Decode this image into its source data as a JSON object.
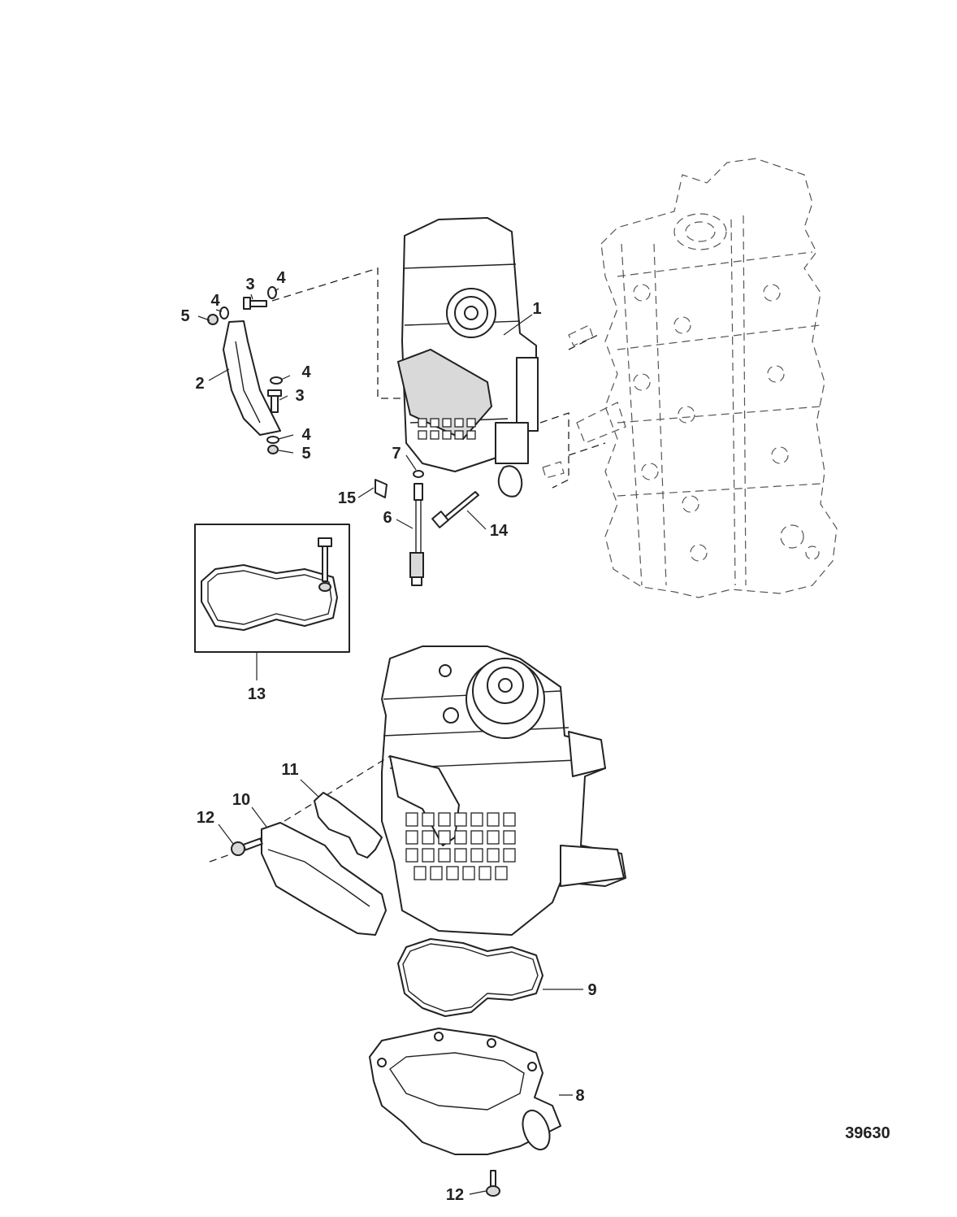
{
  "figure": {
    "figure_number": "39630"
  },
  "callouts": [
    {
      "id": "c1a",
      "label": "1"
    },
    {
      "id": "c2",
      "label": "2"
    },
    {
      "id": "c3a",
      "label": "3"
    },
    {
      "id": "c4a",
      "label": "4"
    },
    {
      "id": "c5a",
      "label": "5"
    },
    {
      "id": "c4b",
      "label": "4"
    },
    {
      "id": "c4c",
      "label": "4"
    },
    {
      "id": "c3b",
      "label": "3"
    },
    {
      "id": "c4d",
      "label": "4"
    },
    {
      "id": "c5b",
      "label": "5"
    },
    {
      "id": "c7",
      "label": "7"
    },
    {
      "id": "c15",
      "label": "15"
    },
    {
      "id": "c6",
      "label": "6"
    },
    {
      "id": "c14",
      "label": "14"
    },
    {
      "id": "c13",
      "label": "13"
    },
    {
      "id": "c11",
      "label": "11"
    },
    {
      "id": "c10",
      "label": "10"
    },
    {
      "id": "c12a",
      "label": "12"
    },
    {
      "id": "c9",
      "label": "9"
    },
    {
      "id": "c8",
      "label": "8"
    },
    {
      "id": "c12b",
      "label": "12"
    }
  ]
}
